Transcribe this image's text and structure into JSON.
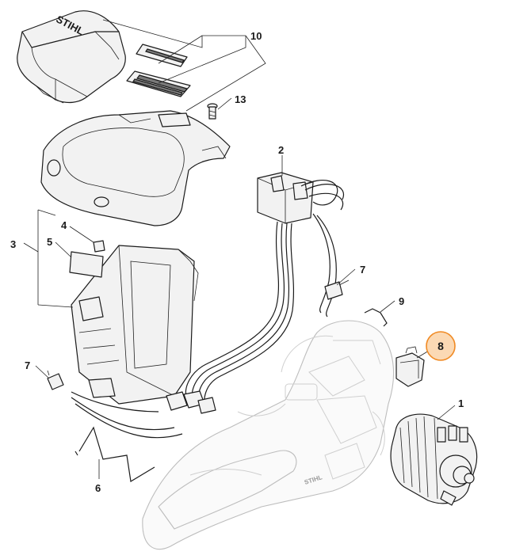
{
  "diagram": {
    "highlight_color": "#f08a24",
    "highlight_fill": "#fbd9b4",
    "brand_text": "STIHL",
    "housing_mark": "STIHL",
    "labels": {
      "p1": "1",
      "p2": "2",
      "p3": "3",
      "p4": "4",
      "p5": "5",
      "p6": "6",
      "p7a": "7",
      "p7b": "7",
      "p8": "8",
      "p9": "9",
      "p10": "10",
      "p13": "13"
    },
    "highlighted_part": "8"
  }
}
